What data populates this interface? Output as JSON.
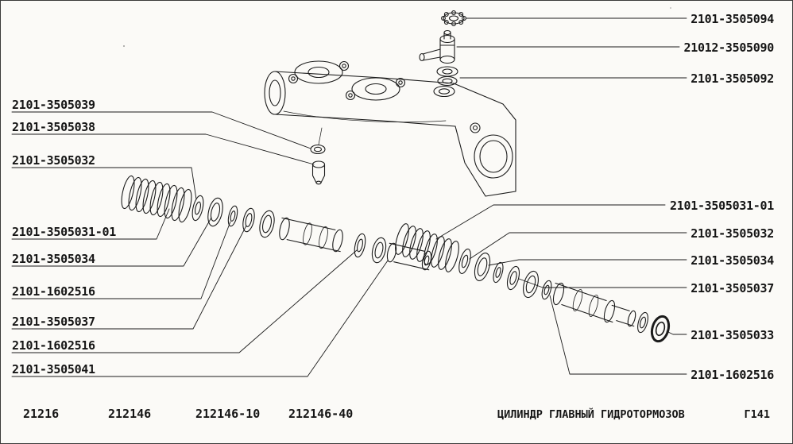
{
  "figure": {
    "caption": "ЦИЛИНДР ГЛАВНЫЙ ГИДРОТОРМОЗОВ",
    "page_ref": "Г141"
  },
  "models": [
    "21216",
    "212146",
    "212146-10",
    "212146-40"
  ],
  "callouts": {
    "left": [
      "2101-3505039",
      "2101-3505038",
      "2101-3505032",
      "2101-3505031-01",
      "2101-3505034",
      "2101-1602516",
      "2101-3505037",
      "2101-1602516",
      "2101-3505041"
    ],
    "right": [
      "2101-3505094",
      "21012-3505090",
      "2101-3505092",
      "2101-3505031-01",
      "2101-3505032",
      "2101-3505034",
      "2101-3505037",
      "2101-3505033",
      "2101-1602516"
    ]
  }
}
